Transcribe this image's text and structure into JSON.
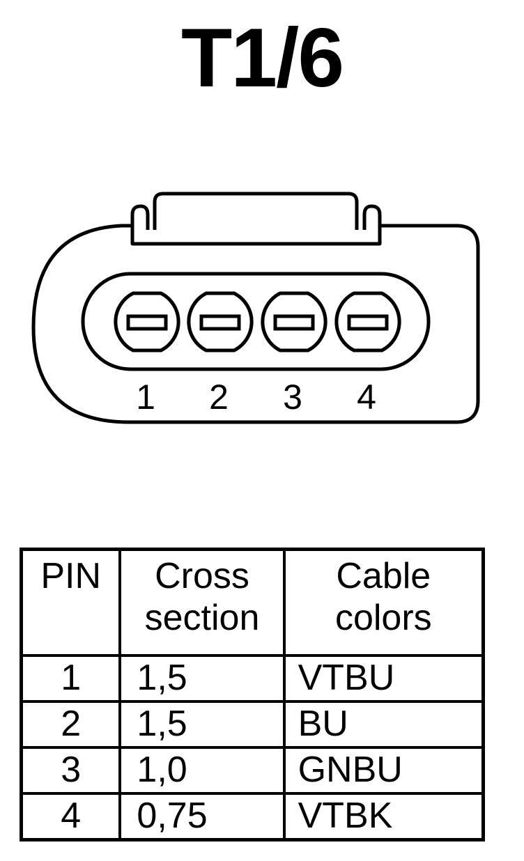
{
  "title": "T1/6",
  "connector": {
    "pin_numbers": [
      "1",
      "2",
      "3",
      "4"
    ]
  },
  "table": {
    "headers": {
      "pin": "PIN",
      "cross_section": [
        "Cross",
        "section"
      ],
      "cable_colors": [
        "Cable",
        "colors"
      ]
    },
    "rows": [
      {
        "pin": "1",
        "cross_section": "1,5",
        "color": "VTBU"
      },
      {
        "pin": "2",
        "cross_section": "1,5",
        "color": "BU"
      },
      {
        "pin": "3",
        "cross_section": "1,0",
        "color": "GNBU"
      },
      {
        "pin": "4",
        "cross_section": "0,75",
        "color": "VTBK"
      }
    ]
  }
}
